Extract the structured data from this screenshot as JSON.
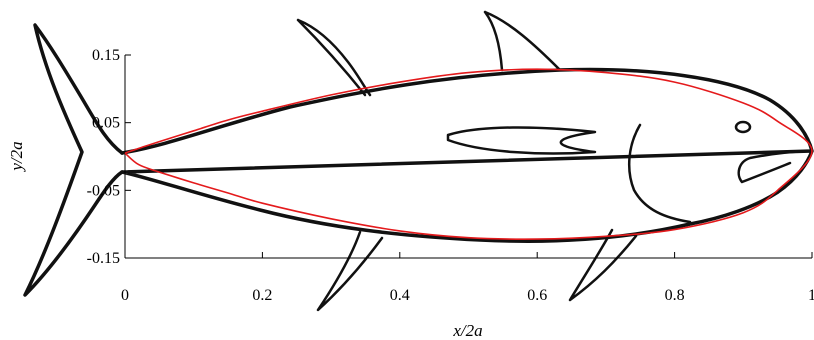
{
  "chart_data": {
    "type": "line",
    "title": "",
    "xlabel": "x/2a",
    "ylabel": "y/2a",
    "xlim": [
      0,
      1
    ],
    "ylim": [
      -0.15,
      0.15
    ],
    "x_ticks": [
      "0",
      "0.2",
      "0.4",
      "0.6",
      "0.8",
      "1"
    ],
    "y_ticks": [
      "0.15",
      "0.05",
      "-0.05",
      "-0.15"
    ],
    "grid": false,
    "background_image": "tuna-fish-outline",
    "series": [
      {
        "color": "#e41a1c",
        "x": [
          0,
          0.02,
          0.05,
          0.1,
          0.15,
          0.2,
          0.3,
          0.4,
          0.5,
          0.6,
          0.7,
          0.8,
          0.9,
          0.95,
          1.0,
          0.95,
          0.9,
          0.8,
          0.7,
          0.6,
          0.5,
          0.4,
          0.3,
          0.2,
          0.15,
          0.1,
          0.05,
          0.02,
          0
        ],
        "y": [
          0.005,
          0.012,
          0.022,
          0.038,
          0.054,
          0.067,
          0.091,
          0.11,
          0.124,
          0.129,
          0.124,
          0.11,
          0.079,
          0.052,
          0.008,
          -0.05,
          -0.083,
          -0.108,
          -0.118,
          -0.122,
          -0.12,
          -0.11,
          -0.092,
          -0.069,
          -0.054,
          -0.039,
          -0.023,
          -0.012,
          0.005
        ]
      }
    ]
  }
}
